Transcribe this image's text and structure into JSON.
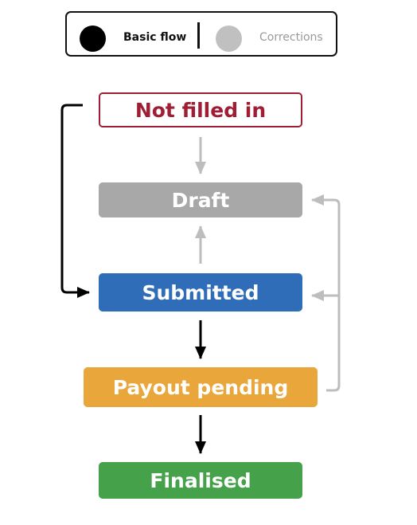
{
  "legend": {
    "basic_label": "Basic flow",
    "corrections_label": "Corrections"
  },
  "states": {
    "not_filled_in": "Not filled in",
    "draft": "Draft",
    "submitted": "Submitted",
    "payout_pending": "Payout pending",
    "finalised": "Finalised"
  },
  "colors": {
    "basic_flow": "#000000",
    "corrections": "#c0c0c0",
    "not_filled_in": "#a01e35",
    "draft": "#a8a8a8",
    "submitted": "#2f6db8",
    "payout_pending": "#e9a73b",
    "finalised": "#45a24b"
  }
}
